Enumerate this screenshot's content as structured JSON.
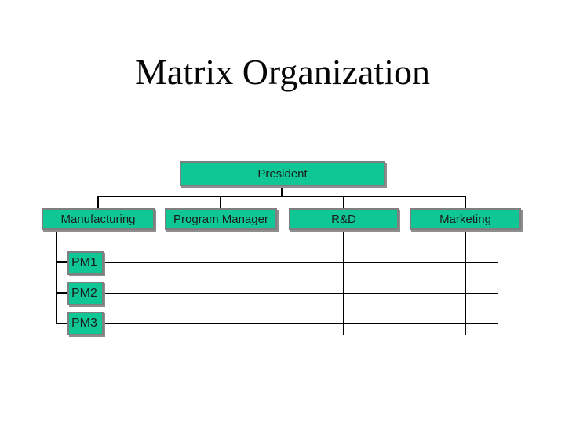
{
  "slide": {
    "title": "Matrix Organization"
  },
  "org": {
    "president": "President",
    "departments": [
      "Manufacturing",
      "Program Manager",
      "R&D",
      "Marketing"
    ],
    "program_managers": [
      "PM1",
      "PM2",
      "PM3"
    ]
  },
  "colors": {
    "node_fill": "#0fc795",
    "node_border": "#7f7f7f",
    "node_shadow": "#8e8e8e",
    "connector_line": "#000000",
    "label_text": "#1c1c1c",
    "title_text": "#050505",
    "background": "#ffffff"
  }
}
